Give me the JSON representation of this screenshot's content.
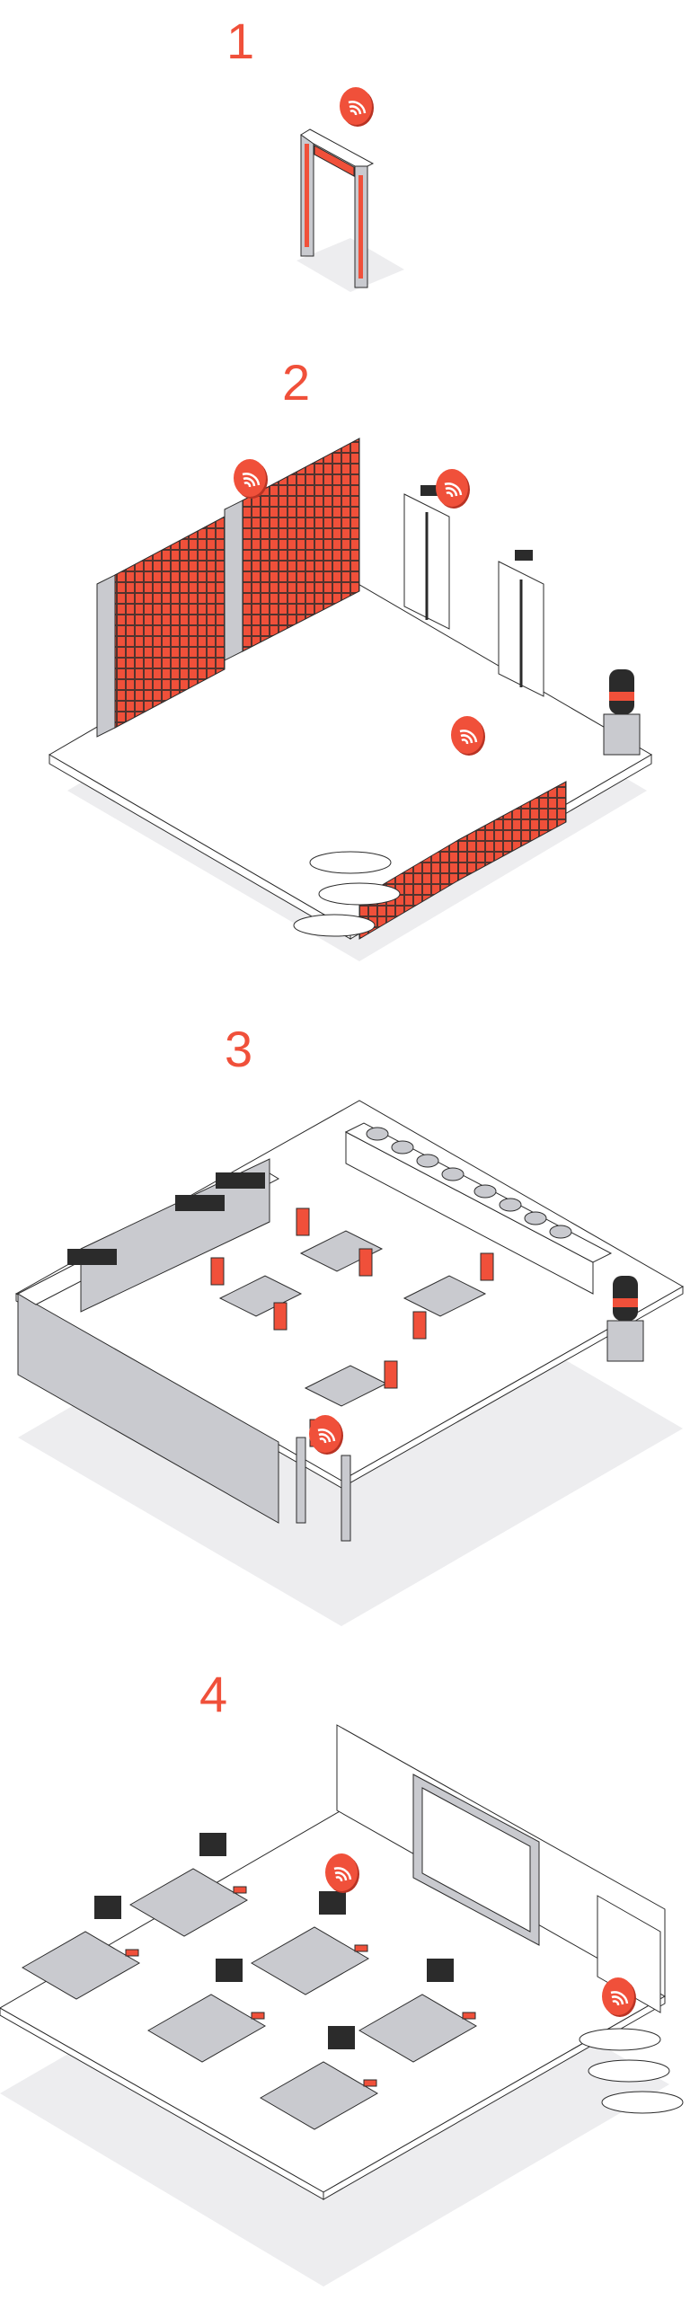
{
  "steps": [
    {
      "label": "1"
    },
    {
      "label": "2"
    },
    {
      "label": "3"
    },
    {
      "label": "4"
    }
  ],
  "colors": {
    "accent": "#f0503a",
    "line": "#2b2b2b",
    "gray": "#c9cacf",
    "shadow": "#ededef"
  },
  "icons": [
    "wifi-badge-icon"
  ]
}
